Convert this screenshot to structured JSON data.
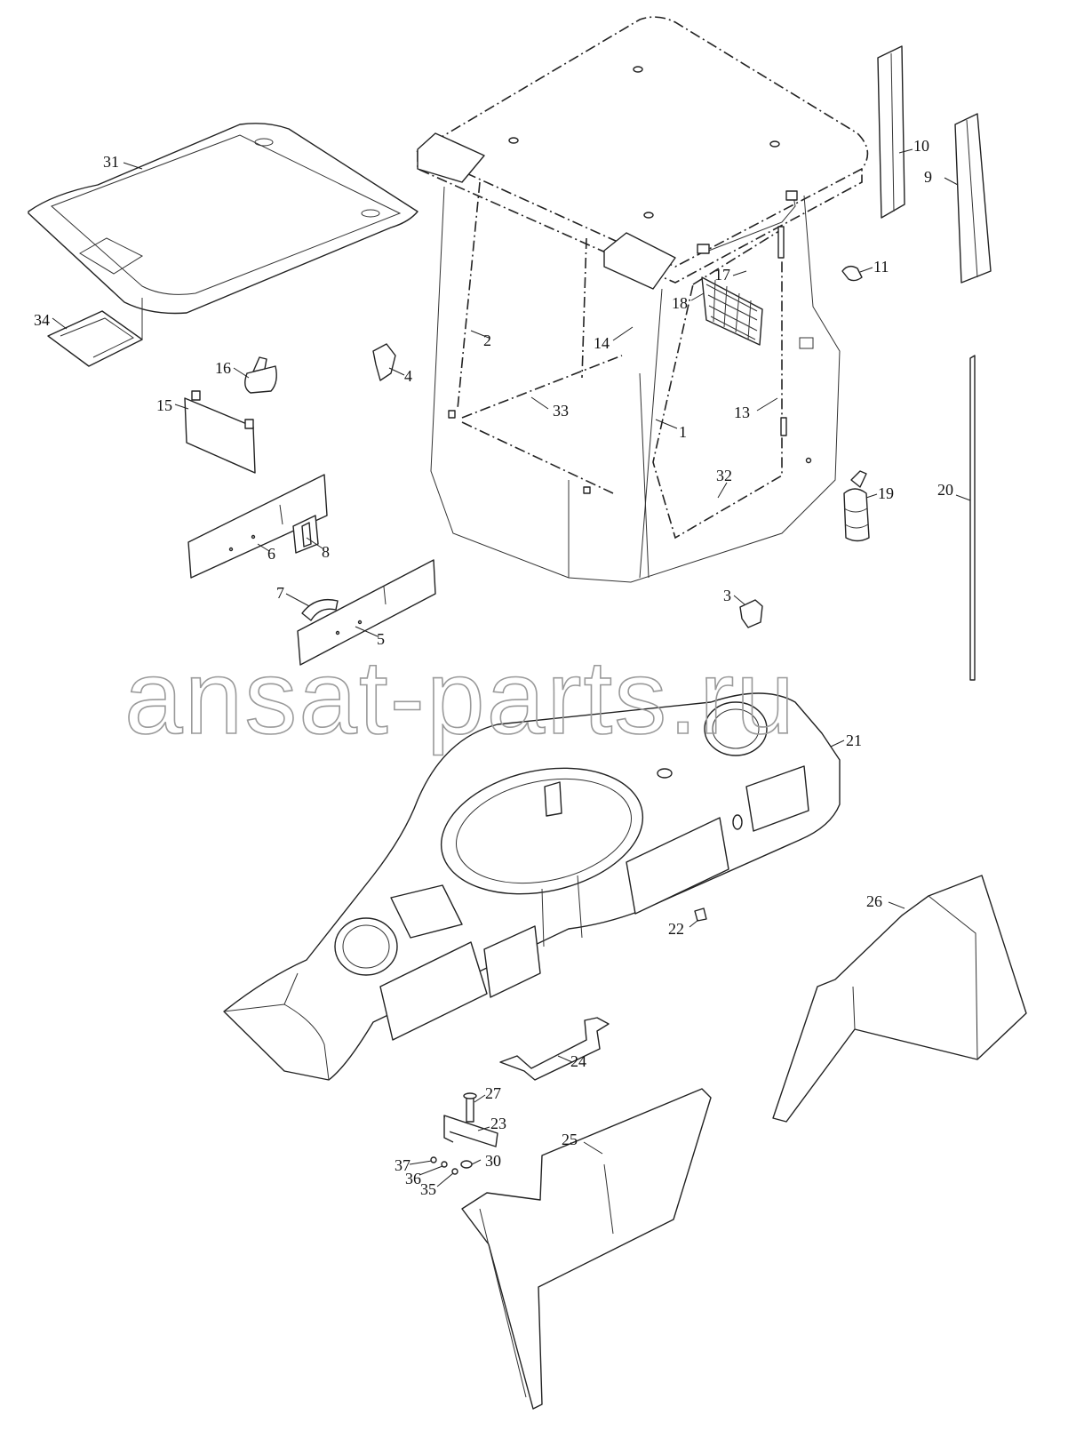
{
  "watermark": "ansat-parts.ru",
  "callouts": {
    "c1": "1",
    "c2": "2",
    "c3": "3",
    "c4": "4",
    "c5": "5",
    "c6": "6",
    "c7": "7",
    "c8": "8",
    "c9": "9",
    "c10": "10",
    "c11": "11",
    "c13": "13",
    "c14": "14",
    "c15": "15",
    "c16": "16",
    "c17": "17",
    "c18": "18",
    "c19": "19",
    "c20": "20",
    "c21": "21",
    "c22": "22",
    "c23": "23",
    "c24": "24",
    "c25": "25",
    "c26": "26",
    "c27": "27",
    "c30": "30",
    "c31": "31",
    "c32": "32",
    "c33": "33",
    "c34": "34",
    "c35": "35",
    "c36": "36",
    "c37": "37"
  }
}
